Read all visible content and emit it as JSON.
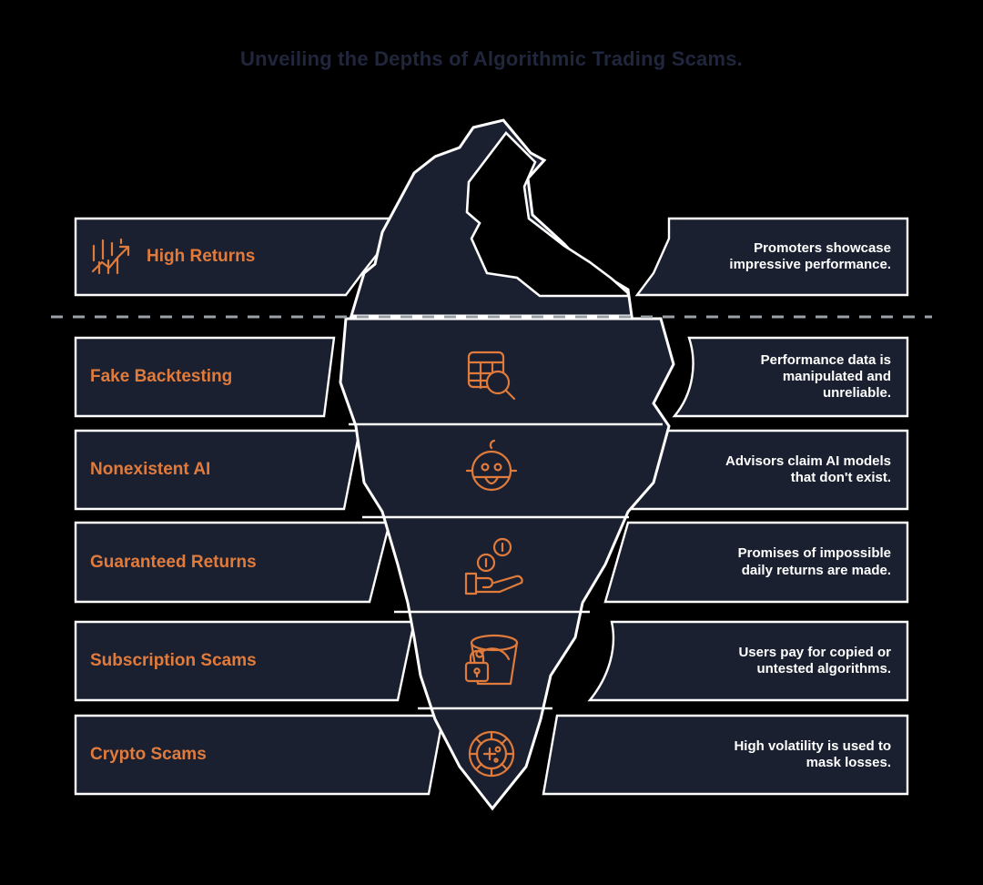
{
  "title": "Unveiling the Depths of Algorithmic Trading Scams.",
  "colors": {
    "background": "#000000",
    "panel_fill": "#1b2030",
    "panel_stroke": "#ffffff",
    "accent_orange": "#e07b3c",
    "title_color": "#20263c",
    "description_text": "#ffffff",
    "waterline": "#9aa0a6"
  },
  "waterline": {
    "name": "water-level-dashed-line"
  },
  "iceberg": {
    "above_water_label": "iceberg-tip",
    "below_water_label": "iceberg-submerged-body"
  },
  "rows": [
    {
      "label": "High Returns",
      "description": "Promoters showcase impressive performance.",
      "icon": "stock-chart-growth-icon",
      "label_icon": "stock-chart-growth-icon",
      "zone": "above-water"
    },
    {
      "label": "Fake Backtesting",
      "description": "Performance data is manipulated and unreliable.",
      "icon": "table-search-icon",
      "label_icon": null,
      "zone": "below-water"
    },
    {
      "label": "Nonexistent AI",
      "description": "Advisors claim AI models that don't exist.",
      "icon": "robot-head-icon",
      "label_icon": null,
      "zone": "below-water"
    },
    {
      "label": "Guaranteed Returns",
      "description": "Promises of impossible daily returns are made.",
      "icon": "hand-coins-icon",
      "label_icon": null,
      "zone": "below-water"
    },
    {
      "label": "Subscription Scams",
      "description": "Users pay for copied or untested algorithms.",
      "icon": "locked-bucket-icon",
      "label_icon": null,
      "zone": "below-water"
    },
    {
      "label": "Crypto Scams",
      "description": "High volatility is used to mask losses.",
      "icon": "crypto-coin-icon",
      "label_icon": null,
      "zone": "below-water"
    }
  ]
}
